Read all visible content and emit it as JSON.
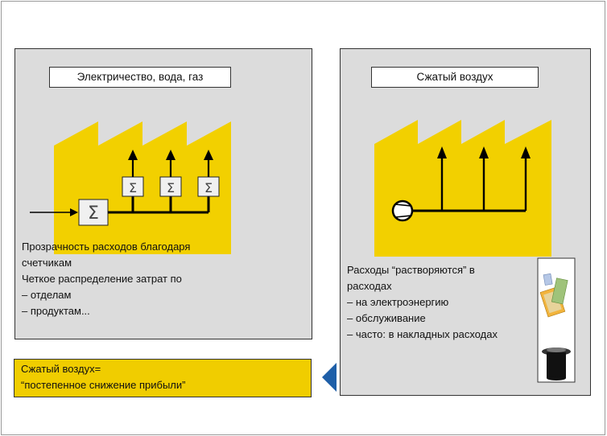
{
  "colors": {
    "factory": "#f2d000",
    "panel": "#dcdcdc",
    "conclusion": "#f0cd00",
    "arrow_marker": "#1e5fa8"
  },
  "left_panel": {
    "title": "Электричество, вода, газ",
    "meter_symbol": "Σ",
    "text1_lines": [
      "Прозрачность расходов благодаря",
      "счетчикам"
    ],
    "text2_lines": [
      "Четкое распределение затрат по",
      "– отделам",
      "– продуктам..."
    ]
  },
  "right_panel": {
    "title": "Сжатый воздух",
    "text_lines": [
      "Расходы “растворяются” в",
      "расходах",
      "– на электроэнергию",
      "– обслуживание",
      "– часто: в накладных расходах"
    ],
    "illustration_icon": "money-into-drain-icon"
  },
  "conclusion": {
    "lines": [
      "Сжатый воздух=",
      "“постепенное снижение прибыли”"
    ]
  }
}
